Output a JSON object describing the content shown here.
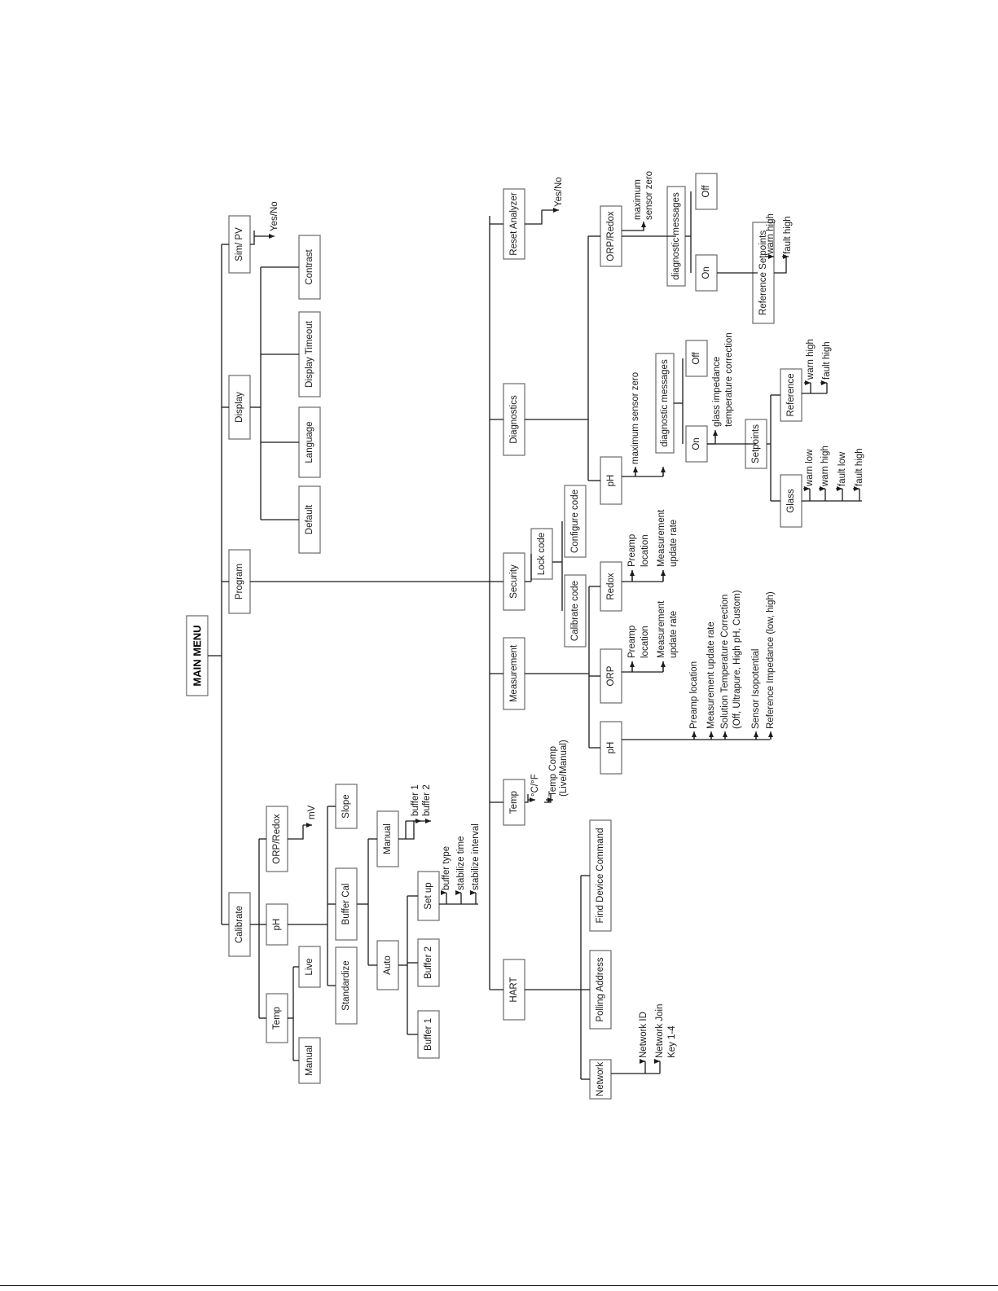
{
  "title": "MAIN MENU",
  "top": {
    "calibrate": "Calibrate",
    "program": "Program",
    "display": "Display",
    "sim_pv": "Sim/ PV",
    "sim_pv_result": "Yes/No"
  },
  "calibrate": {
    "temp": "Temp",
    "temp_manual": "Manual",
    "temp_live": "Live",
    "ph": "pH",
    "ph_standardize": "Standardize",
    "ph_buffer_cal": "Buffer Cal",
    "ph_slope": "Slope",
    "bc_auto": "Auto",
    "bc_manual": "Manual",
    "auto_buffer1": "Buffer 1",
    "auto_buffer2": "Buffer 2",
    "auto_setup": "Set up",
    "setup_items": [
      "buffer type",
      "stabilize time",
      "stabilize interval"
    ],
    "manual_items": [
      "buffer 1",
      "buffer 2"
    ],
    "orp": "ORP/Redox",
    "orp_items": [
      "mV"
    ]
  },
  "display": {
    "default": "Default",
    "language": "Language",
    "timeout": "Display Timeout",
    "contrast": "Contrast"
  },
  "program": {
    "hart": "HART",
    "hart_network": "Network",
    "network_items": [
      "Network ID",
      "Network Join",
      "Key 1-4"
    ],
    "hart_polling": "Polling Address",
    "hart_find": "Find Device Command",
    "temp": "Temp",
    "temp_items": [
      "°C/°F",
      "Temp Comp",
      "(Live/Manual)"
    ],
    "measurement": "Measurement",
    "meas_ph": "pH",
    "meas_ph_items": [
      "Preamp location",
      "Measurement update rate",
      "Solution Temperature Correction",
      "(Off, Ultrapure, High pH, Custom)",
      "Sensor Isopotential",
      "Reference Impedance (low, high)"
    ],
    "meas_orp": "ORP",
    "meas_orp_items": [
      "Preamp",
      "location",
      "Measurement",
      "update rate"
    ],
    "meas_redox": "Redox",
    "meas_redox_items": [
      "Preamp",
      "location",
      "Measurement",
      "update rate"
    ],
    "security": "Security",
    "lock_code": "Lock code",
    "calibrate_code": "Calibrate code",
    "configure_code": "Configure code",
    "diagnostics": "Diagnostics",
    "diag_ph": "pH",
    "diag_ph_items": [
      "maximum sensor zero"
    ],
    "diag_messages": "diagnostic messages",
    "diag_on": "On",
    "diag_off": "Off",
    "diag_on_items": [
      "glass impedance",
      "temperature correction"
    ],
    "setpoints": "Setpoints",
    "glass": "Glass",
    "glass_items": [
      "warn low",
      "warn high",
      "fault low",
      "fault high"
    ],
    "reference": "Reference",
    "reference_items": [
      "warn high",
      "fault high"
    ],
    "diag_orp": "ORP/Redox",
    "diag_orp_items": [
      "maximum",
      "sensor zero"
    ],
    "orp_messages": "diagnostic messages",
    "orp_on": "On",
    "orp_off": "Off",
    "ref_setpoints": "Reference Setpoints",
    "ref_setpoint_items": [
      "warn high",
      "fault high"
    ],
    "reset": "Reset Analyzer",
    "reset_items": [
      "Yes/No"
    ]
  }
}
